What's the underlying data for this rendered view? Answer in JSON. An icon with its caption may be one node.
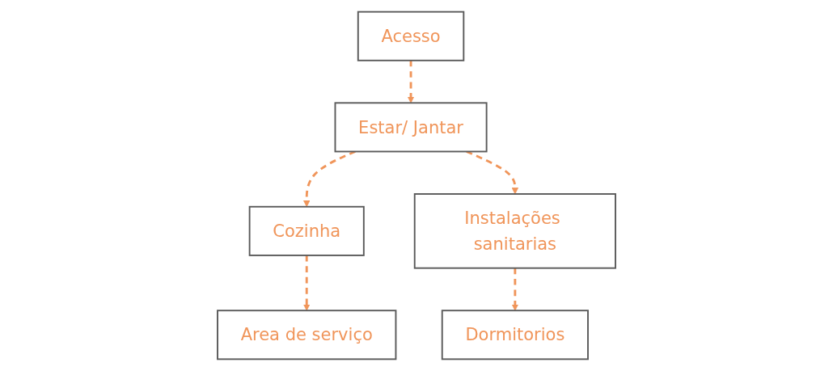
{
  "diagram": {
    "nodes": [
      {
        "text": [
          "Acesso"
        ]
      },
      {
        "text": [
          "Estar/ Jantar"
        ]
      },
      {
        "text": [
          "Cozinha"
        ]
      },
      {
        "text": [
          "Instalações sanitarias"
        ]
      },
      {
        "text": [
          "Area de serviço"
        ]
      },
      {
        "text": [
          "Dormitorios"
        ]
      }
    ],
    "edges": [
      {
        "from": 0,
        "to": 1,
        "arrow": "to",
        "style": "dashed"
      },
      {
        "from": 1,
        "to": 2,
        "arrow": "to",
        "style": "dashed"
      },
      {
        "from": 1,
        "to": 3,
        "arrow": "to",
        "style": "dashed"
      },
      {
        "from": 2,
        "to": 4,
        "arrow": "to",
        "style": "dashed"
      },
      {
        "from": 3,
        "to": 5,
        "arrow": "to",
        "style": "dashed"
      }
    ]
  }
}
